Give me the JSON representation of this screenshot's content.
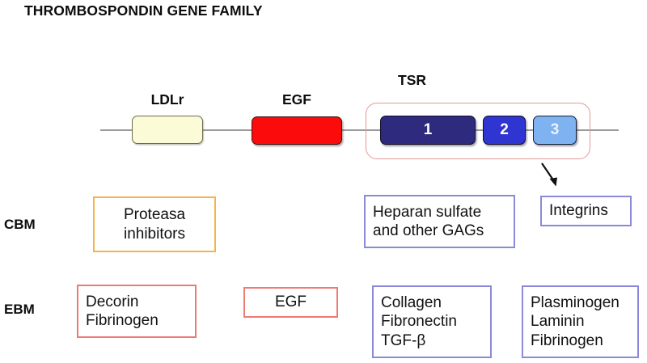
{
  "title": "THROMBOSPONDIN GENE FAMILY",
  "diagram": {
    "type": "protein-domain-schematic",
    "backbone": {
      "label": "protein-backbone-line",
      "color": "#9a9a9a"
    },
    "domains": [
      {
        "name": "LDLr",
        "label": "LDLr",
        "color": "#fcfbd8",
        "border": "#6d6c4c"
      },
      {
        "name": "EGF",
        "label": "EGF",
        "color": "#fb0b0b",
        "border": "#3a1410"
      }
    ],
    "tsr": {
      "label": "TSR",
      "group_border": "#e09a96",
      "repeats": [
        {
          "label": "1",
          "color": "#2e2a7e"
        },
        {
          "label": "2",
          "color": "#2f35d0"
        },
        {
          "label": "3",
          "color": "#7fb2f0"
        }
      ]
    },
    "arrow": {
      "name": "tsr3-to-integrins-arrow",
      "from": "TSR repeat 3",
      "to": "Integrins",
      "color": "#111111"
    }
  },
  "rows": {
    "cbm": {
      "label": "CBM",
      "boxes": [
        {
          "name": "protease-inhibitors",
          "border_color": "#f2b44e",
          "align": "center",
          "lines": [
            "Proteasa",
            "inhibitors"
          ]
        },
        {
          "name": "heparan-sulfate",
          "border_color": "#8a8ad8",
          "align": "left",
          "lines": [
            "Heparan sulfate",
            "and other GAGs"
          ]
        },
        {
          "name": "integrins",
          "border_color": "#8a8ad8",
          "align": "left",
          "lines": [
            "Integrins"
          ]
        }
      ]
    },
    "ebm": {
      "label": "EBM",
      "boxes": [
        {
          "name": "decorin-fibrinogen",
          "border_color": "#ef7a74",
          "align": "left",
          "lines": [
            "Decorin",
            "Fibrinogen"
          ]
        },
        {
          "name": "egf",
          "border_color": "#ef7a74",
          "align": "center",
          "lines": [
            "EGF"
          ]
        },
        {
          "name": "collagen-fibronectin-tgfb",
          "border_color": "#8a8ad8",
          "align": "left",
          "lines": [
            "Collagen",
            "Fibronectin",
            "TGF-β"
          ]
        },
        {
          "name": "plasminogen-laminin-fibrinogen",
          "border_color": "#8a8ad8",
          "align": "left",
          "lines": [
            "Plasminogen",
            "Laminin",
            "Fibrinogen"
          ]
        }
      ]
    }
  }
}
